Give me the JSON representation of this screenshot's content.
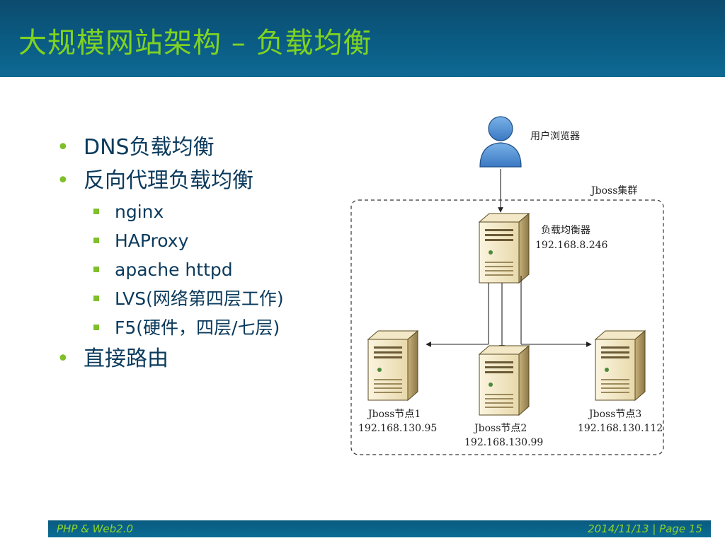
{
  "slide": {
    "title": "大规模网站架构 – 负载均衡",
    "bullets": [
      {
        "text": "DNS负载均衡",
        "sub": []
      },
      {
        "text": "反向代理负载均衡",
        "sub": [
          "nginx",
          "HAProxy",
          "apache httpd",
          "LVS(网络第四层工作)",
          "F5(硬件，四层/七层)"
        ]
      },
      {
        "text": "直接路由",
        "sub": []
      }
    ]
  },
  "diagram": {
    "user_label": "用户浏览器",
    "cluster_label": "Jboss集群",
    "load_balancer": {
      "name": "负载均衡器",
      "ip": "192.168.8.246"
    },
    "nodes": [
      {
        "name": "Jboss节点1",
        "ip": "192.168.130.95"
      },
      {
        "name": "Jboss节点2",
        "ip": "192.168.130.99"
      },
      {
        "name": "Jboss节点3",
        "ip": "192.168.130.112"
      }
    ]
  },
  "footer": {
    "left": "PHP & Web2.0",
    "right": "2014/11/13 | Page 15"
  },
  "colors": {
    "title_bar": "#0a5c84",
    "title_text": "#7fd321",
    "bullet_accent": "#7fbf2a",
    "body_text": "#0b3a5c"
  }
}
